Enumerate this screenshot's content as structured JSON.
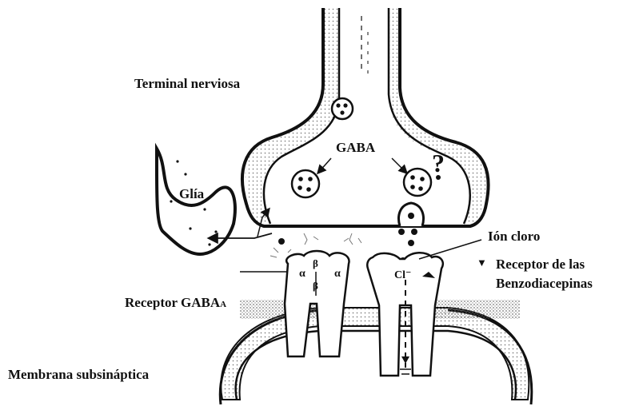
{
  "labels": {
    "terminal": "Terminal nerviosa",
    "gaba": "GABA",
    "question": "?",
    "glia": "Glía",
    "ion_cloro": "Ión cloro",
    "receptor_benzo_line1": "Receptor de las",
    "receptor_benzo_line2": "Benzodiacepinas",
    "receptor_gabaa_main": "Receptor GABA",
    "receptor_gabaa_sub": "A",
    "membrana": "Membrana subsináptica",
    "chloride": "Cl⁻",
    "alpha": "α",
    "beta": "β"
  },
  "colors": {
    "ink": "#111111",
    "paper": "#ffffff",
    "stipple": "#9a9a9a"
  }
}
